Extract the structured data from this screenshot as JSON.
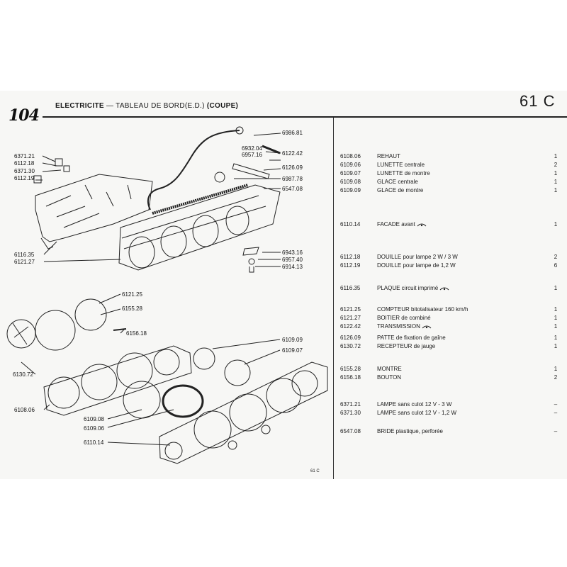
{
  "header": {
    "model": "104",
    "section": "ELECTRICITE",
    "separator": "—",
    "subtitle": "TABLEAU DE BORD(E.D.)",
    "variant": "(COUPE)",
    "page_code": "61 C"
  },
  "footer": {
    "page_code": "61 C"
  },
  "diagram": {
    "callouts": [
      {
        "id": "c-6986-81",
        "text": "6986.81"
      },
      {
        "id": "c-6932-04",
        "text": "6932.04"
      },
      {
        "id": "c-6957-16",
        "text": "6957.16"
      },
      {
        "id": "c-6122-42",
        "text": "6122.42"
      },
      {
        "id": "c-6126-09",
        "text": "6126.09"
      },
      {
        "id": "c-6987-78",
        "text": "6987.78"
      },
      {
        "id": "c-6547-08",
        "text": "6547.08"
      },
      {
        "id": "c-6371-21",
        "text": "6371.21"
      },
      {
        "id": "c-6112-18",
        "text": "6112.18"
      },
      {
        "id": "c-6371-30",
        "text": "6371.30"
      },
      {
        "id": "c-6112-19",
        "text": "6112.19"
      },
      {
        "id": "c-6116-35",
        "text": "6116.35"
      },
      {
        "id": "c-6121-27",
        "text": "6121.27"
      },
      {
        "id": "c-6943-16",
        "text": "6943.16"
      },
      {
        "id": "c-6957-40",
        "text": "6957.40"
      },
      {
        "id": "c-6914-13",
        "text": "6914.13"
      },
      {
        "id": "c-6121-25",
        "text": "6121.25"
      },
      {
        "id": "c-6155-28",
        "text": "6155.28"
      },
      {
        "id": "c-6156-18",
        "text": "6156.18"
      },
      {
        "id": "c-6109-09",
        "text": "6109.09"
      },
      {
        "id": "c-6109-07",
        "text": "6109.07"
      },
      {
        "id": "c-6130-72",
        "text": "6130.72"
      },
      {
        "id": "c-6108-06",
        "text": "6108.06"
      },
      {
        "id": "c-6109-08",
        "text": "6109.08"
      },
      {
        "id": "c-6109-06",
        "text": "6109.06"
      },
      {
        "id": "c-6110-14",
        "text": "6110.14"
      }
    ]
  },
  "parts": [
    {
      "num": "6108.06",
      "desc": "REHAUT",
      "qty": "1",
      "marker": false
    },
    {
      "num": "6109.06",
      "desc": "LUNETTE centrale",
      "qty": "2",
      "marker": false
    },
    {
      "num": "6109.07",
      "desc": "LUNETTE de montre",
      "qty": "1",
      "marker": false
    },
    {
      "num": "6109.08",
      "desc": "GLACE centrale",
      "qty": "1",
      "marker": false
    },
    {
      "num": "6109.09",
      "desc": "GLACE de montre",
      "qty": "1",
      "marker": false
    },
    {
      "num": "6110.14",
      "desc": "FACADE avant",
      "qty": "1",
      "marker": true
    },
    {
      "num": "6112.18",
      "desc": "DOUILLE pour lampe 2 W / 3 W",
      "qty": "2",
      "marker": false
    },
    {
      "num": "6112.19",
      "desc": "DOUILLE pour lampe de 1,2 W",
      "qty": "6",
      "marker": false
    },
    {
      "num": "6116.35",
      "desc": "PLAQUE circuit imprimé",
      "qty": "1",
      "marker": true
    },
    {
      "num": "6121.25",
      "desc": "COMPTEUR bitotalisateur 160 km/h",
      "qty": "1",
      "marker": false
    },
    {
      "num": "6121.27",
      "desc": "BOITIER de combiné",
      "qty": "1",
      "marker": false
    },
    {
      "num": "6122.42",
      "desc": "TRANSMISSION",
      "qty": "1",
      "marker": true
    },
    {
      "num": "6126.09",
      "desc": "PATTE de fixation de gaîne",
      "qty": "1",
      "marker": false
    },
    {
      "num": "6130.72",
      "desc": "RECEPTEUR de jauge",
      "qty": "1",
      "marker": false
    },
    {
      "num": "6155.28",
      "desc": "MONTRE",
      "qty": "1",
      "marker": false
    },
    {
      "num": "6156.18",
      "desc": "BOUTON",
      "qty": "2",
      "marker": false
    },
    {
      "num": "6371.21",
      "desc": "LAMPE sans culot 12 V - 3 W",
      "qty": "–",
      "marker": false
    },
    {
      "num": "6371.30",
      "desc": "LAMPE sans culot 12 V - 1,2 W",
      "qty": "–",
      "marker": false
    },
    {
      "num": "6547.08",
      "desc": "BRIDE plastique, perforée",
      "qty": "–",
      "marker": false
    }
  ],
  "colors": {
    "ink": "#1a1a1a",
    "paper": "#f7f7f5"
  }
}
